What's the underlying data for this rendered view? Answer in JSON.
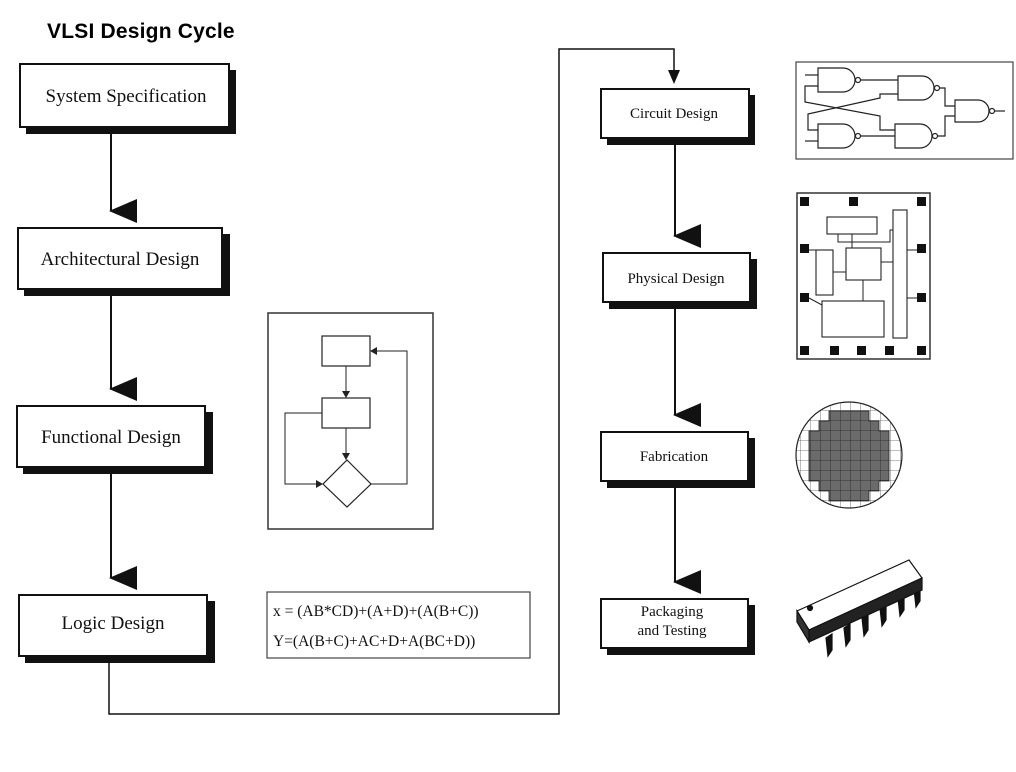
{
  "title": "VLSI Design Cycle",
  "stages": [
    {
      "id": "system-specification",
      "label": "System Specification"
    },
    {
      "id": "architectural-design",
      "label": "Architectural Design"
    },
    {
      "id": "functional-design",
      "label": "Functional Design"
    },
    {
      "id": "logic-design",
      "label": "Logic Design"
    },
    {
      "id": "circuit-design",
      "label": "Circuit Design"
    },
    {
      "id": "physical-design",
      "label": "Physical Design"
    },
    {
      "id": "fabrication",
      "label": "Fabrication"
    },
    {
      "id": "packaging-and-testing",
      "label_lines": [
        "Packaging",
        "and Testing"
      ]
    }
  ],
  "logic_equations": [
    "x = (AB*CD)+(A+D)+(A(B+C))",
    "Y=(A(B+C)+AC+D+A(BC+D))"
  ],
  "illustrations": {
    "functional": "flowchart-icon",
    "circuit": "logic-gate-schematic-icon",
    "physical": "chip-layout-icon",
    "fabrication": "wafer-icon",
    "packaging": "dip-package-icon"
  }
}
